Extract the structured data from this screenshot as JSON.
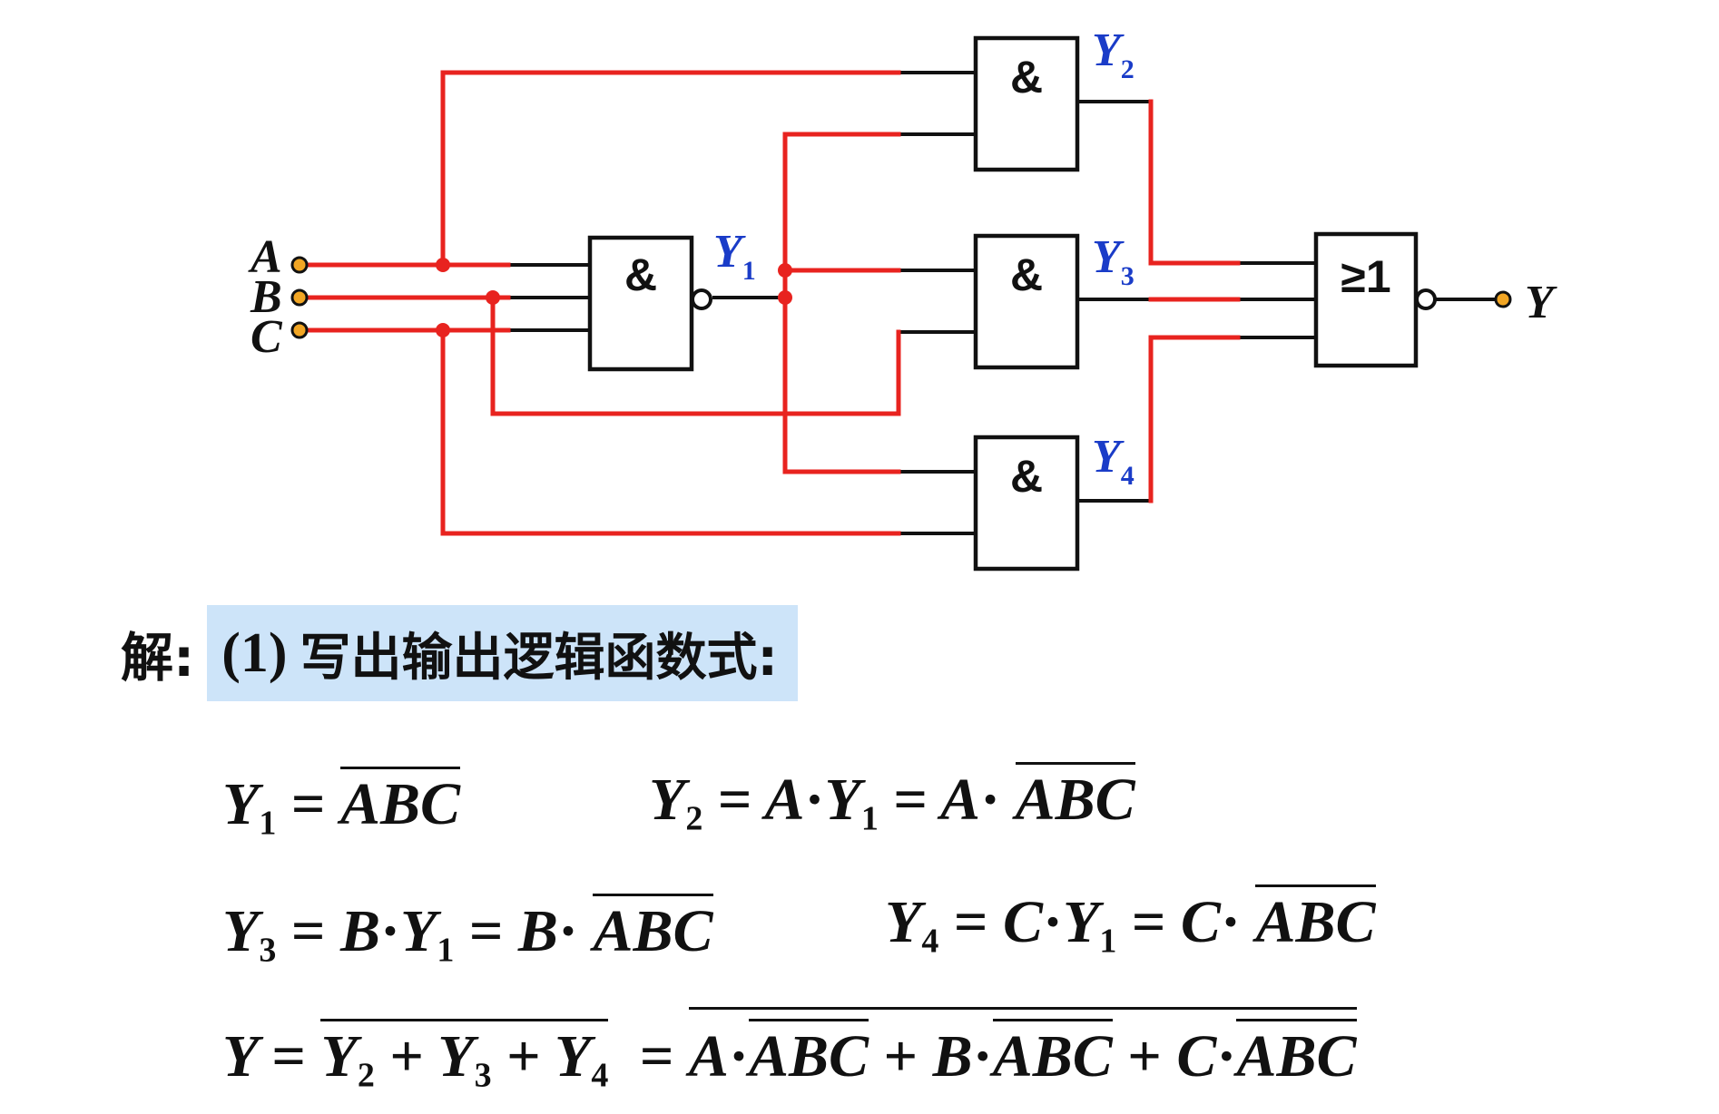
{
  "circuit": {
    "inputs": [
      "A",
      "B",
      "C"
    ],
    "output": "Y",
    "gate_symbols": {
      "and": "&",
      "or": "≥1"
    },
    "node_labels": {
      "y1": {
        "letter": "Y",
        "sub": "1"
      },
      "y2": {
        "letter": "Y",
        "sub": "2"
      },
      "y3": {
        "letter": "Y",
        "sub": "3"
      },
      "y4": {
        "letter": "Y",
        "sub": "4"
      }
    },
    "colors": {
      "wire": "#e8231f",
      "label": "#1a3cc8",
      "terminal": "#f2a624",
      "highlight": "#cde4f9"
    }
  },
  "solution": {
    "prefix": "解:",
    "step_number": "(1)",
    "step_text": "写出输出逻辑函数式:"
  },
  "equations": {
    "eq_y1": {
      "lhs": "Y",
      "lhs_sub": "1",
      "eq": "=",
      "rhs_bar": "ABC"
    },
    "eq_y2": {
      "lhs": "Y",
      "lhs_sub": "2",
      "eq": "=",
      "a": "A",
      "dot": "·",
      "y": "Y",
      "y_sub": "1",
      "eq2": "=",
      "a2": "A",
      "dot2": "·",
      "bar": "ABC"
    },
    "eq_y3": {
      "lhs": "Y",
      "lhs_sub": "3",
      "eq": "=",
      "a": "B",
      "dot": "·",
      "y": "Y",
      "y_sub": "1",
      "eq2": "=",
      "a2": "B",
      "dot2": "·",
      "bar": "ABC"
    },
    "eq_y4": {
      "lhs": "Y",
      "lhs_sub": "4",
      "eq": "=",
      "a": "C",
      "dot": "·",
      "y": "Y",
      "y_sub": "1",
      "eq2": "=",
      "a2": "C",
      "dot2": "·",
      "bar": "ABC"
    },
    "eq_y": {
      "lhs": "Y",
      "eq": "=",
      "t1": "Y",
      "t1_sub": "2",
      "plus1": "+",
      "t2": "Y",
      "t2_sub": "3",
      "plus2": "+",
      "t3": "Y",
      "t3_sub": "4",
      "eq2": "=",
      "u1": "A",
      "d1": "·",
      "b1": "ABC",
      "p1": "+",
      "u2": "B",
      "d2": "·",
      "b2": "ABC",
      "p2": "+",
      "u3": "C",
      "d3": "·",
      "b3": "ABC"
    }
  }
}
